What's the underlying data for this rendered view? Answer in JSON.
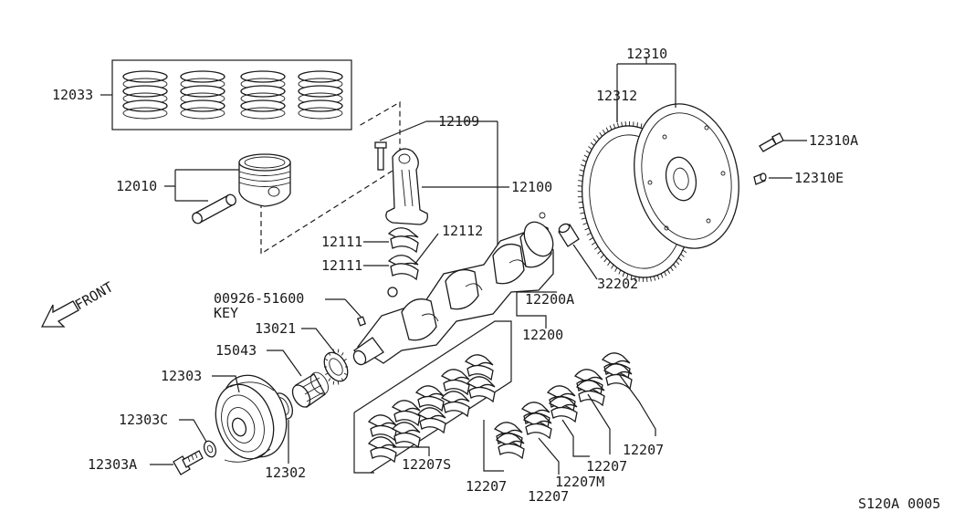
{
  "labels": {
    "piston_rings": "12033",
    "piston": "12010",
    "con_rod_bolt": "12109",
    "con_rod": "12100",
    "con_rod_bearing_a": "12111",
    "con_rod_bearing_b": "12111",
    "con_rod_nut": "12112",
    "key_part": "00926-51600",
    "key_text": "KEY",
    "timing_sprocket": "13021",
    "oil_pump_gear": "15043",
    "pulley": "12303",
    "pulley_washer": "12303C",
    "pulley_bolt": "12303A",
    "front_seal": "12302",
    "main_bearing_set": "12207S",
    "crankshaft_assy": "12200",
    "crankshaft": "12200A",
    "pilot_bushing": "32202",
    "flywheel_assy": "12310",
    "ring_gear": "12312",
    "flywheel_bolt": "12310A",
    "dowel": "12310E",
    "main_bearing_1": "12207",
    "main_bearing_2": "12207",
    "main_bearing_3": "12207M",
    "main_bearing_4": "12207",
    "main_bearing_5": "12207",
    "front_text": "FRONT",
    "diagram_code": "S120A 0005"
  }
}
